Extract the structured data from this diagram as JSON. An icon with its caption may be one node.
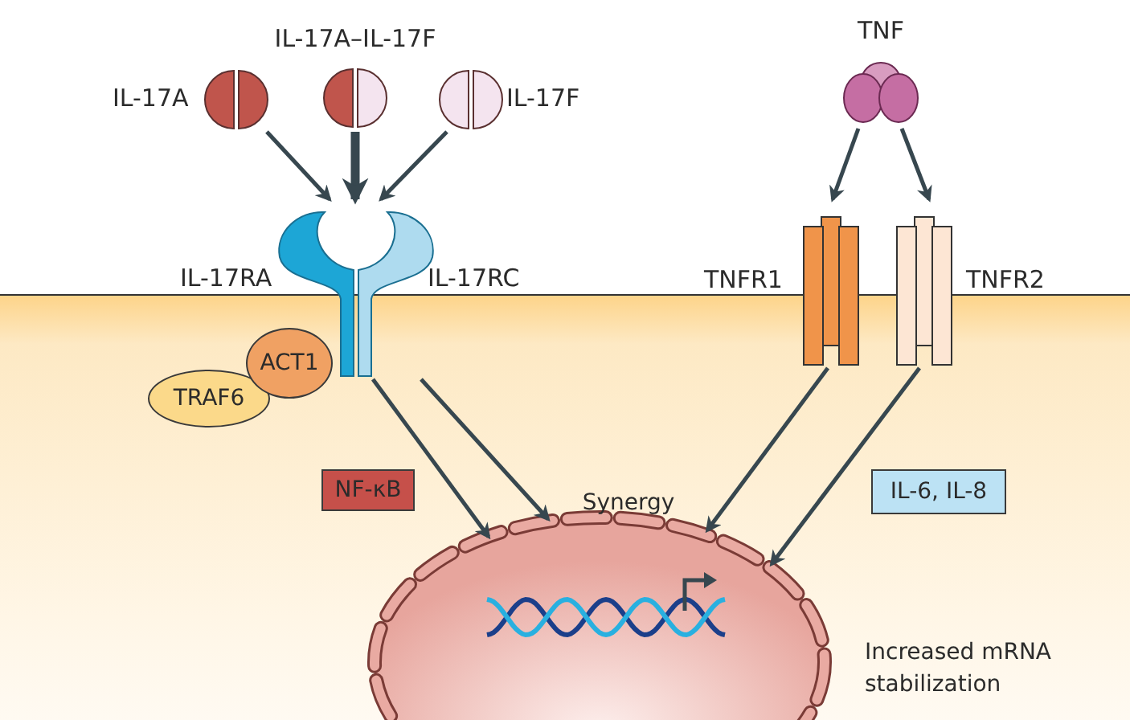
{
  "diagram": {
    "nodes": [
      {
        "text": [
          "IL-17A"
        ]
      },
      {
        "text": [
          "IL-17A–IL-17F"
        ]
      },
      {
        "text": [
          "IL-17F"
        ]
      },
      {
        "text": [
          "IL-17RA",
          "IL-17RC"
        ]
      },
      {
        "text": [
          "TNF"
        ]
      },
      {
        "text": [
          "TNFR1"
        ]
      },
      {
        "text": [
          "TNFR2"
        ]
      },
      {
        "text": [
          "ACT1"
        ]
      },
      {
        "text": [
          "TRAF6"
        ]
      },
      {
        "text": [
          "NF-κB"
        ]
      },
      {
        "text": [
          "IL-6, IL-8"
        ]
      },
      {
        "text": [],
        "shape": "circle"
      }
    ],
    "edges": [
      {
        "from": 0,
        "to": 3,
        "arrow": "to"
      },
      {
        "from": 1,
        "to": 3,
        "arrow": "to",
        "style": "thick"
      },
      {
        "from": 2,
        "to": 3,
        "arrow": "to"
      },
      {
        "from": 4,
        "to": 5,
        "arrow": "to"
      },
      {
        "from": 4,
        "to": 6,
        "arrow": "to"
      },
      {
        "from": 3,
        "to": 11,
        "arrow": "to"
      },
      {
        "from": 3,
        "to": 11,
        "arrow": "to"
      },
      {
        "from": 5,
        "to": 11,
        "arrow": "to"
      },
      {
        "from": 6,
        "to": 11,
        "arrow": "to"
      }
    ],
    "labels": [
      "Synergy",
      "Increased mRNA stabilization"
    ]
  }
}
